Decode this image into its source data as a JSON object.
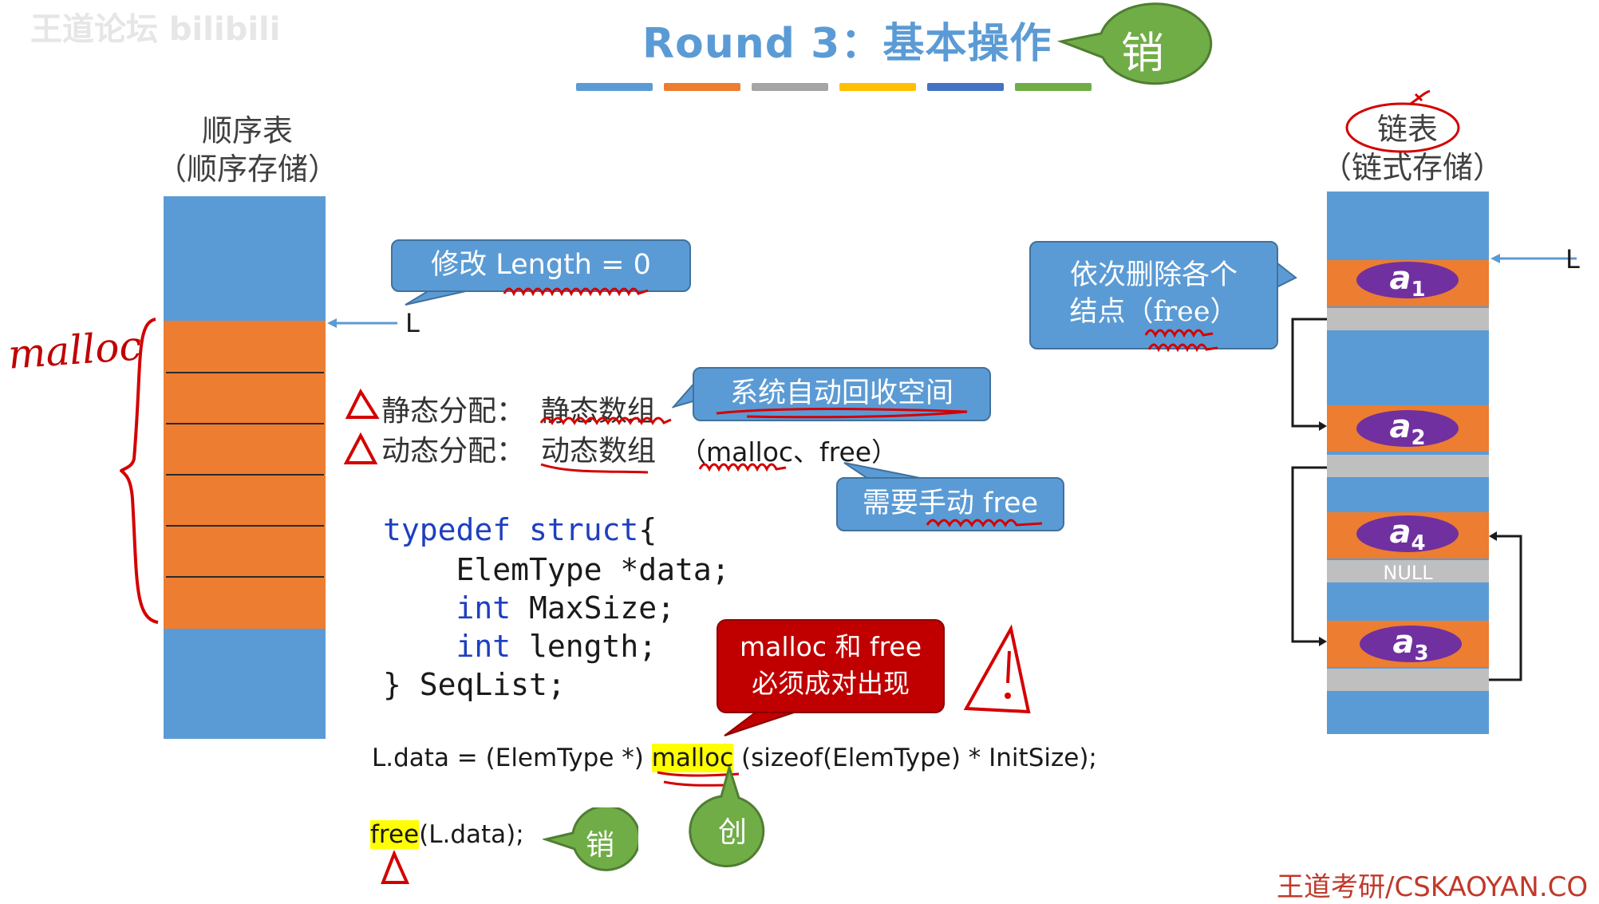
{
  "watermark": "王道论坛 bilibili",
  "header": {
    "title": "Round 3：基本操作",
    "bubble": "销",
    "bar_colors": [
      "#5b9bd5",
      "#ed7d31",
      "#a5a5a5",
      "#ffc000",
      "#4472c4",
      "#70ad47"
    ]
  },
  "seq": {
    "title": "顺序表",
    "subtitle": "（顺序存储）",
    "pointer_label": "L",
    "annotation": "malloc"
  },
  "link": {
    "title": "链表",
    "subtitle": "（链式存储）",
    "pointer_label": "L",
    "nodes": [
      {
        "base": "a",
        "sub": "1"
      },
      {
        "base": "a",
        "sub": "2"
      },
      {
        "base": "a",
        "sub": "4"
      },
      {
        "base": "a",
        "sub": "3"
      }
    ],
    "null_label": "NULL"
  },
  "callouts": {
    "length": "修改 Length = 0",
    "recycle": "系统自动回收空间",
    "manual_free": "需要手动 free",
    "delete_nodes_line1": "依次删除各个",
    "delete_nodes_line2": "结点（free）",
    "pair_line1": "malloc 和 free",
    "pair_line2": "必须成对出现"
  },
  "notes": {
    "static_label": "静态分配：",
    "static_value": "静态数组",
    "dynamic_label": "动态分配：",
    "dynamic_value": "动态数组",
    "dynamic_extra": "（malloc、free）"
  },
  "code": {
    "line1_kw1": "typedef",
    "line1_kw2": "struct",
    "line1_rest": "{",
    "line2": "    ElemType *data;",
    "line3_kw": "int",
    "line3_rest": " MaxSize;",
    "line4_kw": "int",
    "line4_rest": " length;",
    "line5": "} SeqList;"
  },
  "statements": {
    "malloc_prefix": "L.data = (ElemType *) ",
    "malloc_fn": "malloc",
    "malloc_suffix": " (sizeof(ElemType) * InitSize);",
    "free_fn": "free",
    "free_suffix": "(L.data);"
  },
  "bubbles": {
    "create": "创",
    "destroy": "销"
  },
  "footer": "王道考研/CSKAOYAN.CO"
}
